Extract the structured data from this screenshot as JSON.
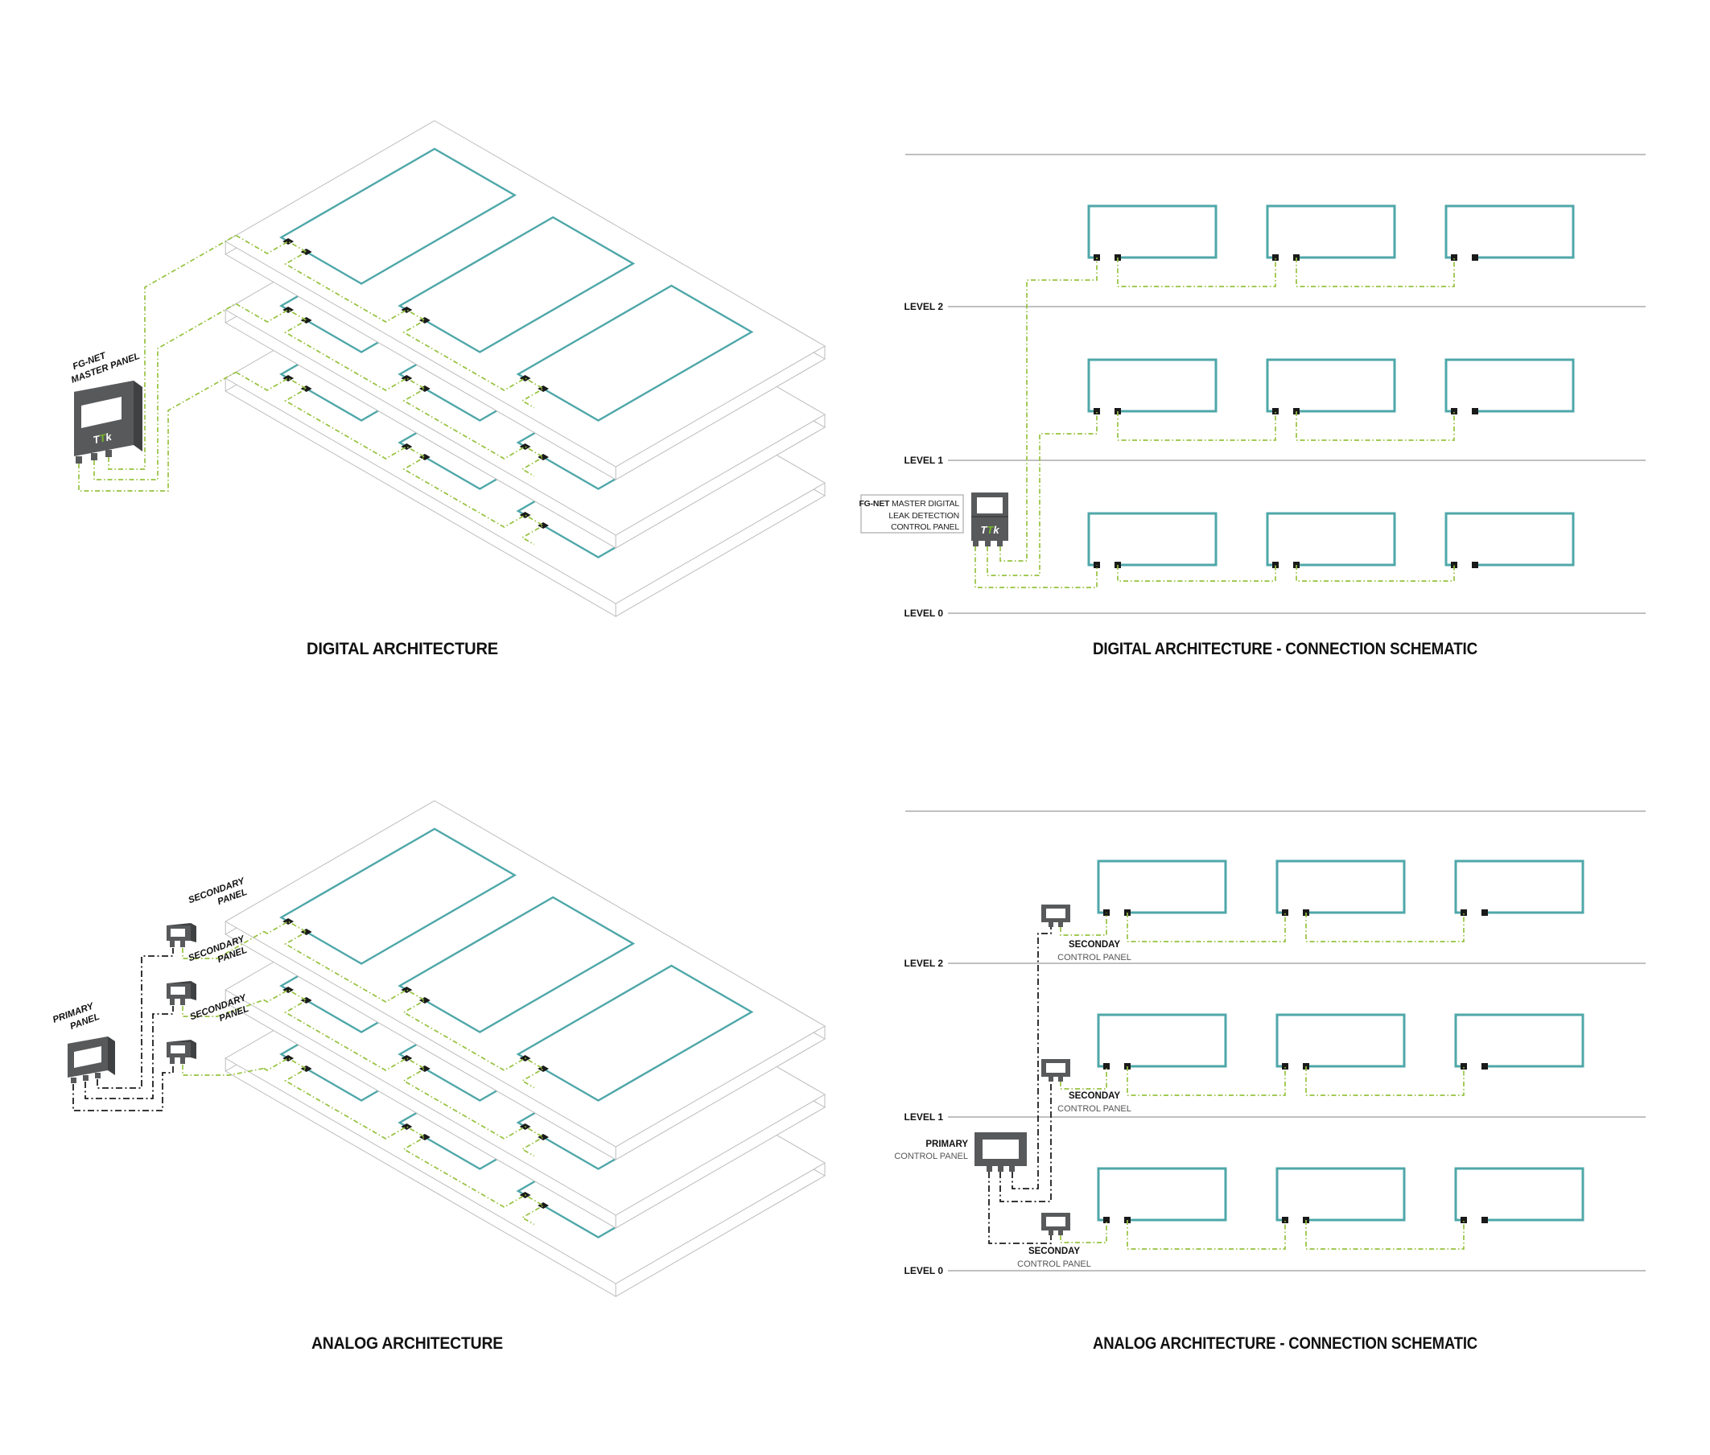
{
  "colors": {
    "teal": "#4FA7A9",
    "green": "#96C23F",
    "logo_green": "#76B82A",
    "panel_gray": "#58595B",
    "level_line": "#9A9A9A",
    "slab_line": "#BCBCBC",
    "muted_text": "#555555"
  },
  "structure": {
    "levels_count": 3,
    "zones_per_level": 3
  },
  "iso_digital": {
    "title": "DIGITAL ARCHITECTURE",
    "panel_label": [
      "FG-NET",
      "MASTER PANEL"
    ],
    "logo": [
      "T",
      "T",
      "k"
    ]
  },
  "iso_analog": {
    "title": "ANALOG ARCHITECTURE",
    "primary_label": [
      "PRIMARY",
      "PANEL"
    ],
    "secondary_label": [
      "SECONDARY",
      "PANEL"
    ]
  },
  "schematic_digital": {
    "title": "DIGITAL ARCHITECTURE - CONNECTION SCHEMATIC",
    "levels": [
      "LEVEL 2",
      "LEVEL 1",
      "LEVEL 0"
    ],
    "panel_label": [
      "FG-NET",
      " MASTER DIGITAL",
      "LEAK DETECTION",
      "CONTROL PANEL"
    ],
    "logo": [
      "T",
      "T",
      "k"
    ]
  },
  "schematic_analog": {
    "title": "ANALOG ARCHITECTURE - CONNECTION SCHEMATIC",
    "levels": [
      "LEVEL 2",
      "LEVEL 1",
      "LEVEL 0"
    ],
    "secondary_label": [
      "SECONDAY",
      "CONTROL PANEL"
    ],
    "primary_label": [
      "PRIMARY",
      "CONTROL PANEL"
    ]
  }
}
